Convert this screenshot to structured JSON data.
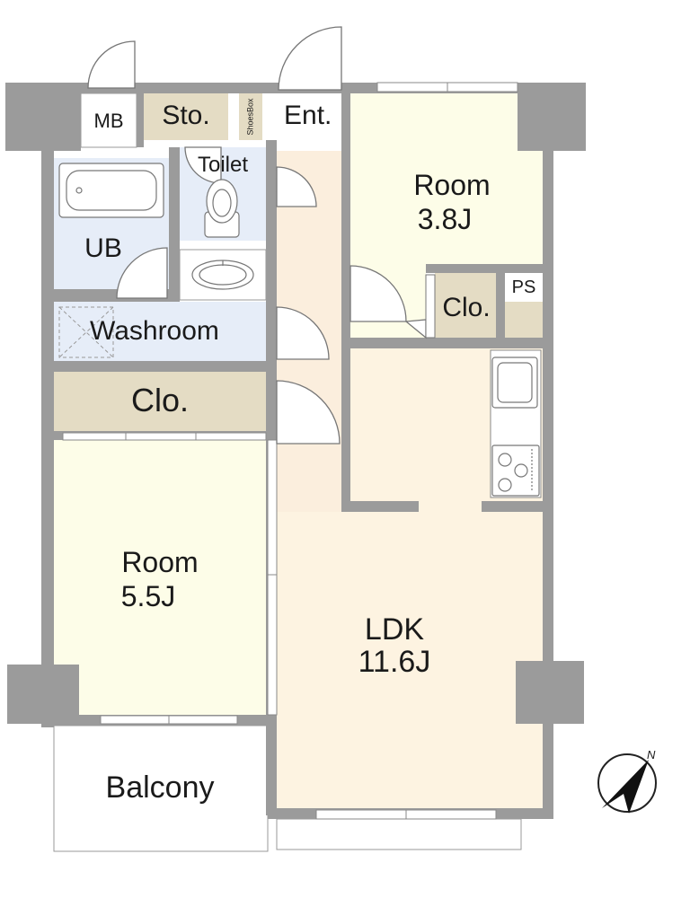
{
  "floorplan": {
    "rooms": {
      "mb": {
        "label": "MB"
      },
      "storage": {
        "label": "Sto."
      },
      "shoes_box": {
        "label": "ShoesBox"
      },
      "entrance": {
        "label": "Ent."
      },
      "toilet": {
        "label": "Toilet"
      },
      "unit_bath": {
        "label": "UB"
      },
      "washroom": {
        "label": "Washroom"
      },
      "closet_west": {
        "label": "Clo."
      },
      "room_north": {
        "label": "Room",
        "size": "3.8J"
      },
      "closet_north": {
        "label": "Clo."
      },
      "pipe_space": {
        "label": "PS"
      },
      "room_west": {
        "label": "Room",
        "size": "5.5J"
      },
      "ldk": {
        "label": "LDK",
        "size": "11.6J"
      },
      "balcony": {
        "label": "Balcony"
      }
    },
    "compass": {
      "label": "N"
    },
    "colors": {
      "wall": "#9b9b9b",
      "corridor": "#fbeedd",
      "room_north": "#fdfde8",
      "room_west": "#fdfde8",
      "ldk": "#fdf3e1",
      "wet_area": "#e6edf8",
      "storage": "#e4dcc4",
      "white": "#ffffff"
    }
  }
}
